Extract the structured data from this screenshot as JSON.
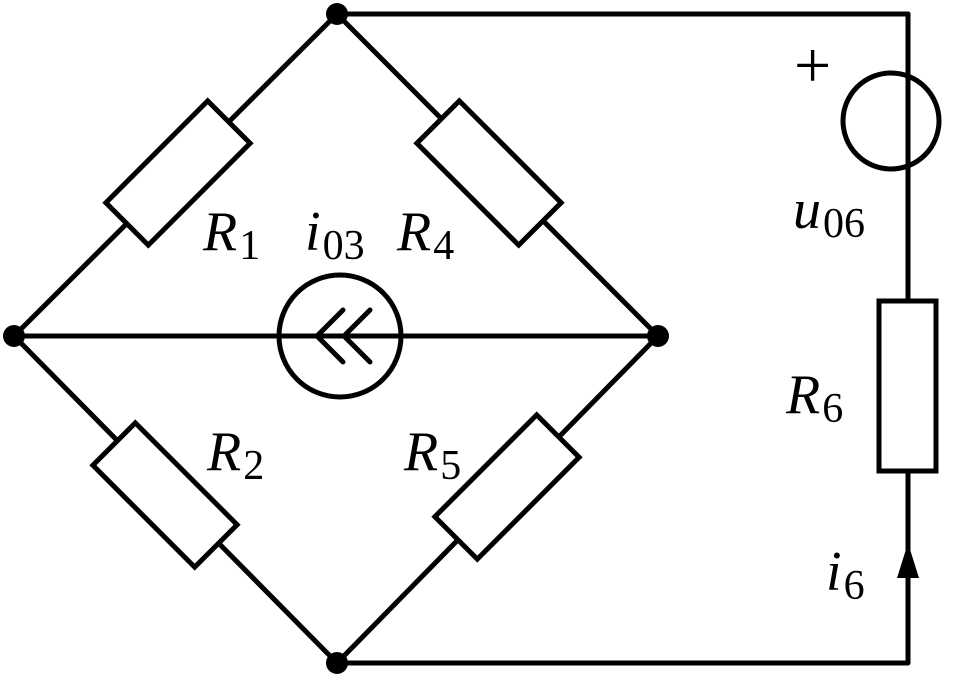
{
  "labels": {
    "r1": {
      "main": "R",
      "sub": "1"
    },
    "r2": {
      "main": "R",
      "sub": "2"
    },
    "r4": {
      "main": "R",
      "sub": "4"
    },
    "r5": {
      "main": "R",
      "sub": "5"
    },
    "r6": {
      "main": "R",
      "sub": "6"
    },
    "i03": {
      "main": "i",
      "sub": "03"
    },
    "u06": {
      "main": "u",
      "sub": "06"
    },
    "i6": {
      "main": "i",
      "sub": "6"
    },
    "plus": "+"
  }
}
